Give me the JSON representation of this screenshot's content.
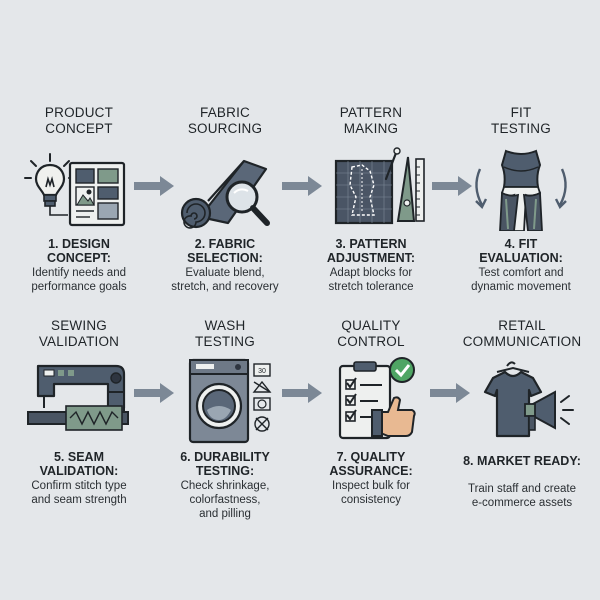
{
  "steps": [
    {
      "title": [
        "PRODUCT",
        "CONCEPT"
      ],
      "head": [
        "1. DESIGN",
        "CONCEPT:"
      ],
      "desc": [
        "Identify needs and",
        "performance goals"
      ],
      "icon": "lightbulb-moodboard-icon"
    },
    {
      "title": [
        "FABRIC",
        "SOURCING"
      ],
      "head": [
        "2. FABRIC",
        "SELECTION:"
      ],
      "desc": [
        "Evaluate blend,",
        "stretch, and recovery"
      ],
      "icon": "fabric-roll-magnifier-icon"
    },
    {
      "title": [
        "PATTERN",
        "MAKING"
      ],
      "head": [
        "3. PATTERN",
        "ADJUSTMENT:"
      ],
      "desc": [
        "Adapt blocks for",
        "stretch tolerance"
      ],
      "icon": "pattern-ruler-icon"
    },
    {
      "title": [
        "FIT",
        "TESTING"
      ],
      "head": [
        "4. FIT",
        "EVALUATION:"
      ],
      "desc": [
        "Test comfort and",
        "dynamic movement"
      ],
      "icon": "activewear-fit-icon"
    },
    {
      "title": [
        "SEWING",
        "VALIDATION"
      ],
      "head": [
        "5. SEAM",
        "VALIDATION:"
      ],
      "desc": [
        "Confirm stitch type",
        "and seam strength"
      ],
      "icon": "sewing-machine-icon"
    },
    {
      "title": [
        "WASH",
        "TESTING"
      ],
      "head": [
        "6. DURABILITY",
        "TESTING:"
      ],
      "desc": [
        "Check shrinkage,",
        "colorfastness,",
        "and pilling"
      ],
      "icon": "washing-machine-icon"
    },
    {
      "title": [
        "QUALITY",
        "CONTROL"
      ],
      "head": [
        "7. QUALITY",
        "ASSURANCE:"
      ],
      "desc": [
        "Inspect bulk for",
        "consistency"
      ],
      "icon": "checklist-thumbs-up-icon"
    },
    {
      "title": [
        "RETAIL",
        "COMMUNICATION"
      ],
      "head": [
        "8. MARKET READY:"
      ],
      "desc": [
        "Train staff and create",
        "e-commerce assets"
      ],
      "icon": "shirt-megaphone-icon"
    }
  ],
  "care_label": "30",
  "colors": {
    "background": "#e4e7ea",
    "slate": "#4f5d6e",
    "sage": "#7f9a8a",
    "outline": "#1f2428",
    "arrow": "#7c8896",
    "check": "#4fa564"
  }
}
